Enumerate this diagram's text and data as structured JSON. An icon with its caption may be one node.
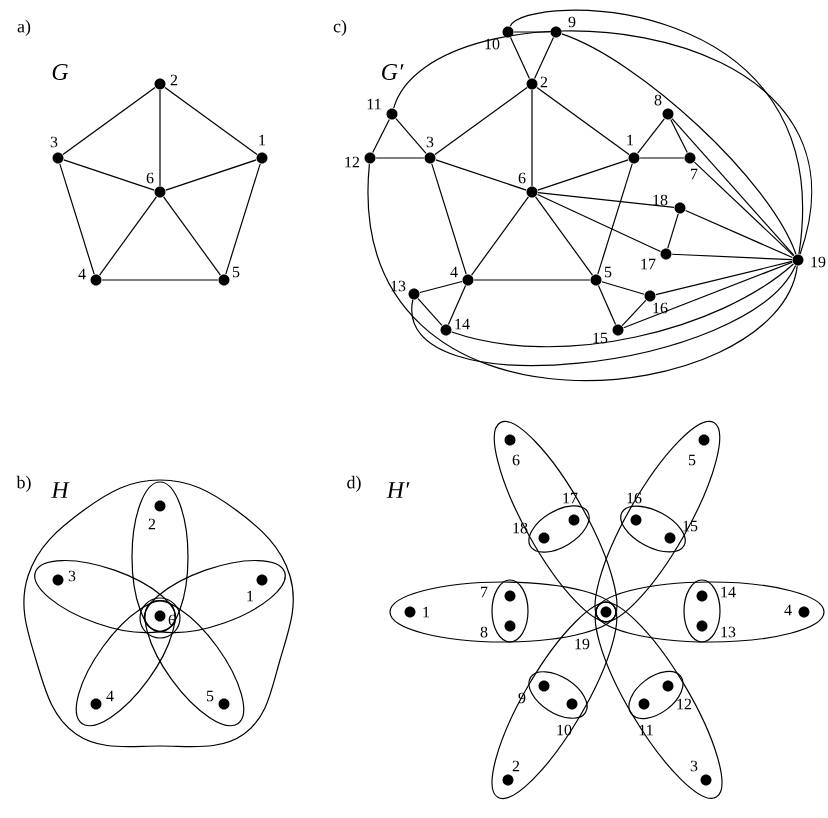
{
  "diagram": {
    "nodes": [
      {
        "text": [],
        "shape": "circle",
        "beside": [
          "1"
        ]
      },
      {
        "text": [],
        "shape": "circle",
        "beside": [
          "2"
        ]
      },
      {
        "text": [],
        "shape": "circle",
        "beside": [
          "3"
        ]
      },
      {
        "text": [],
        "shape": "circle",
        "beside": [
          "4"
        ]
      },
      {
        "text": [],
        "shape": "circle",
        "beside": [
          "5"
        ]
      },
      {
        "text": [],
        "shape": "circle",
        "beside": [
          "6"
        ]
      },
      {
        "text": [],
        "shape": "circle",
        "beside": [
          "1"
        ]
      },
      {
        "text": [],
        "shape": "circle",
        "beside": [
          "2"
        ]
      },
      {
        "text": [],
        "shape": "circle",
        "beside": [
          "3"
        ]
      },
      {
        "text": [],
        "shape": "circle",
        "beside": [
          "4"
        ]
      },
      {
        "text": [],
        "shape": "circle",
        "beside": [
          "5"
        ]
      },
      {
        "text": [],
        "shape": "circle",
        "beside": [
          "6"
        ]
      },
      {
        "text": [],
        "shape": "circle",
        "beside": [
          "7"
        ]
      },
      {
        "text": [],
        "shape": "circle",
        "beside": [
          "8"
        ]
      },
      {
        "text": [],
        "shape": "circle",
        "beside": [
          "9"
        ]
      },
      {
        "text": [],
        "shape": "circle",
        "beside": [
          "10"
        ]
      },
      {
        "text": [],
        "shape": "circle",
        "beside": [
          "11"
        ]
      },
      {
        "text": [],
        "shape": "circle",
        "beside": [
          "12"
        ]
      },
      {
        "text": [],
        "shape": "circle",
        "beside": [
          "13"
        ]
      },
      {
        "text": [],
        "shape": "circle",
        "beside": [
          "14"
        ]
      },
      {
        "text": [],
        "shape": "circle",
        "beside": [
          "15"
        ]
      },
      {
        "text": [],
        "shape": "circle",
        "beside": [
          "16"
        ]
      },
      {
        "text": [],
        "shape": "circle",
        "beside": [
          "17"
        ]
      },
      {
        "text": [],
        "shape": "circle",
        "beside": [
          "18"
        ]
      },
      {
        "text": [],
        "shape": "circle",
        "beside": [
          "19"
        ]
      },
      {
        "text": [],
        "shape": "circle",
        "beside": [
          "1"
        ]
      },
      {
        "text": [],
        "shape": "circle",
        "beside": [
          "2"
        ]
      },
      {
        "text": [],
        "shape": "circle",
        "beside": [
          "3"
        ]
      },
      {
        "text": [],
        "shape": "circle",
        "beside": [
          "4"
        ]
      },
      {
        "text": [],
        "shape": "circle",
        "beside": [
          "5"
        ]
      },
      {
        "text": [],
        "shape": "circle",
        "beside": [
          "6"
        ]
      },
      {
        "text": [],
        "shape": "circle",
        "beside": [
          "1"
        ]
      },
      {
        "text": [],
        "shape": "circle",
        "beside": [
          "2"
        ]
      },
      {
        "text": [],
        "shape": "circle",
        "beside": [
          "3"
        ]
      },
      {
        "text": [],
        "shape": "circle",
        "beside": [
          "4"
        ]
      },
      {
        "text": [],
        "shape": "circle",
        "beside": [
          "5"
        ]
      },
      {
        "text": [],
        "shape": "circle",
        "beside": [
          "6"
        ]
      },
      {
        "text": [],
        "shape": "circle",
        "beside": [
          "7"
        ]
      },
      {
        "text": [],
        "shape": "circle",
        "beside": [
          "8"
        ]
      },
      {
        "text": [],
        "shape": "circle",
        "beside": [
          "9"
        ]
      },
      {
        "text": [],
        "shape": "circle",
        "beside": [
          "10"
        ]
      },
      {
        "text": [],
        "shape": "circle",
        "beside": [
          "11"
        ]
      },
      {
        "text": [],
        "shape": "circle",
        "beside": [
          "12"
        ]
      },
      {
        "text": [],
        "shape": "circle",
        "beside": [
          "13"
        ]
      },
      {
        "text": [],
        "shape": "circle",
        "beside": [
          "14"
        ]
      },
      {
        "text": [],
        "shape": "circle",
        "beside": [
          "15"
        ]
      },
      {
        "text": [],
        "shape": "circle",
        "beside": [
          "16"
        ]
      },
      {
        "text": [],
        "shape": "circle",
        "beside": [
          "17"
        ]
      },
      {
        "text": [],
        "shape": "circle",
        "beside": [
          "18"
        ]
      },
      {
        "text": [],
        "shape": "circle",
        "beside": [
          "19"
        ]
      }
    ],
    "edges": [
      {
        "from": 1,
        "to": 0,
        "arrow": "none"
      },
      {
        "from": 1,
        "to": 2,
        "arrow": "none"
      },
      {
        "from": 1,
        "to": 5,
        "arrow": "none"
      },
      {
        "from": 2,
        "to": 5,
        "arrow": "none"
      },
      {
        "from": 0,
        "to": 5,
        "arrow": "none"
      },
      {
        "from": 2,
        "to": 3,
        "arrow": "none"
      },
      {
        "from": 0,
        "to": 4,
        "arrow": "none"
      },
      {
        "from": 3,
        "to": 4,
        "arrow": "none"
      },
      {
        "from": 3,
        "to": 5,
        "arrow": "none"
      },
      {
        "from": 4,
        "to": 5,
        "arrow": "none"
      },
      {
        "from": 15,
        "to": 14,
        "arrow": "none"
      },
      {
        "from": 15,
        "to": 7,
        "arrow": "none"
      },
      {
        "from": 14,
        "to": 7,
        "arrow": "none"
      },
      {
        "from": 7,
        "to": 8,
        "arrow": "none"
      },
      {
        "from": 7,
        "to": 6,
        "arrow": "none"
      },
      {
        "from": 7,
        "to": 11,
        "arrow": "none"
      },
      {
        "from": 16,
        "to": 8,
        "arrow": "none"
      },
      {
        "from": 16,
        "to": 17,
        "arrow": "none"
      },
      {
        "from": 17,
        "to": 8,
        "arrow": "none"
      },
      {
        "from": 8,
        "to": 11,
        "arrow": "none"
      },
      {
        "from": 8,
        "to": 9,
        "arrow": "none"
      },
      {
        "from": 6,
        "to": 11,
        "arrow": "none"
      },
      {
        "from": 6,
        "to": 13,
        "arrow": "none"
      },
      {
        "from": 6,
        "to": 12,
        "arrow": "none"
      },
      {
        "from": 6,
        "to": 10,
        "arrow": "none"
      },
      {
        "from": 13,
        "to": 12,
        "arrow": "none"
      },
      {
        "from": 13,
        "to": 24,
        "arrow": "none"
      },
      {
        "from": 12,
        "to": 24,
        "arrow": "none"
      },
      {
        "from": 11,
        "to": 23,
        "arrow": "none"
      },
      {
        "from": 11,
        "to": 22,
        "arrow": "none"
      },
      {
        "from": 23,
        "to": 22,
        "arrow": "none"
      },
      {
        "from": 23,
        "to": 24,
        "arrow": "none"
      },
      {
        "from": 22,
        "to": 24,
        "arrow": "none"
      },
      {
        "from": 11,
        "to": 9,
        "arrow": "none"
      },
      {
        "from": 11,
        "to": 10,
        "arrow": "none"
      },
      {
        "from": 9,
        "to": 10,
        "arrow": "none"
      },
      {
        "from": 9,
        "to": 18,
        "arrow": "none"
      },
      {
        "from": 9,
        "to": 19,
        "arrow": "none"
      },
      {
        "from": 18,
        "to": 19,
        "arrow": "none"
      },
      {
        "from": 10,
        "to": 21,
        "arrow": "none"
      },
      {
        "from": 10,
        "to": 20,
        "arrow": "none"
      },
      {
        "from": 20,
        "to": 21,
        "arrow": "none"
      },
      {
        "from": 21,
        "to": 24,
        "arrow": "none"
      },
      {
        "from": 20,
        "to": 24,
        "arrow": "none"
      },
      {
        "from": 14,
        "to": 24,
        "arrow": "none"
      },
      {
        "from": 15,
        "to": 24,
        "arrow": "none"
      },
      {
        "from": 16,
        "to": 24,
        "arrow": "none"
      },
      {
        "from": 17,
        "to": 24,
        "arrow": "none"
      },
      {
        "from": 18,
        "to": 24,
        "arrow": "none"
      },
      {
        "from": 19,
        "to": 24,
        "arrow": "none"
      }
    ],
    "labels": [
      "a)",
      "G",
      "c)",
      "G′",
      "b)",
      "H",
      "d)",
      "H′"
    ]
  }
}
